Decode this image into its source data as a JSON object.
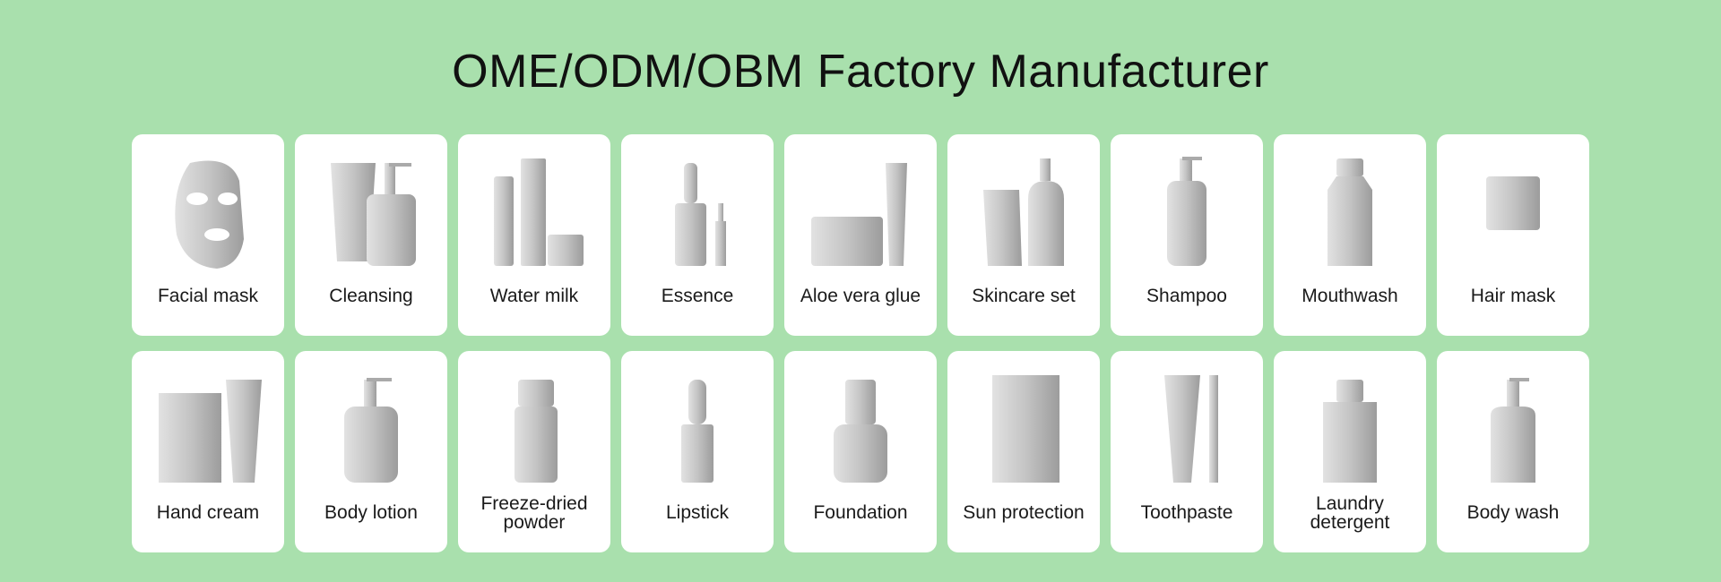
{
  "title": "OME/ODM/OBM Factory Manufacturer",
  "products": [
    {
      "label": "Facial mask",
      "icon": "facial-mask-icon"
    },
    {
      "label": "Cleansing",
      "icon": "tube-and-pump-bottle-icon"
    },
    {
      "label": "Water milk",
      "icon": "bottles-and-jar-icon"
    },
    {
      "label": "Essence",
      "icon": "dropper-bottle-icon"
    },
    {
      "label": "Aloe vera glue",
      "icon": "jar-and-tube-icon"
    },
    {
      "label": "Skincare set",
      "icon": "skincare-set-icon"
    },
    {
      "label": "Shampoo",
      "icon": "pump-bottle-icon"
    },
    {
      "label": "Mouthwash",
      "icon": "mouthwash-bottle-icon"
    },
    {
      "label": "Hair mask",
      "icon": "small-jar-icon"
    },
    {
      "label": "Hand cream",
      "icon": "box-and-tube-icon"
    },
    {
      "label": "Body lotion",
      "icon": "lotion-pump-bottle-icon"
    },
    {
      "label": "Freeze-dried powder",
      "icon": "vial-icon"
    },
    {
      "label": "Lipstick",
      "icon": "lipstick-icon"
    },
    {
      "label": "Foundation",
      "icon": "foundation-bottle-icon"
    },
    {
      "label": "Sun protection",
      "icon": "box-icon"
    },
    {
      "label": "Toothpaste",
      "icon": "toothpaste-and-brush-icon"
    },
    {
      "label": "Laundry detergent",
      "icon": "detergent-bottle-icon"
    },
    {
      "label": "Body wash",
      "icon": "body-wash-bottle-icon"
    }
  ]
}
